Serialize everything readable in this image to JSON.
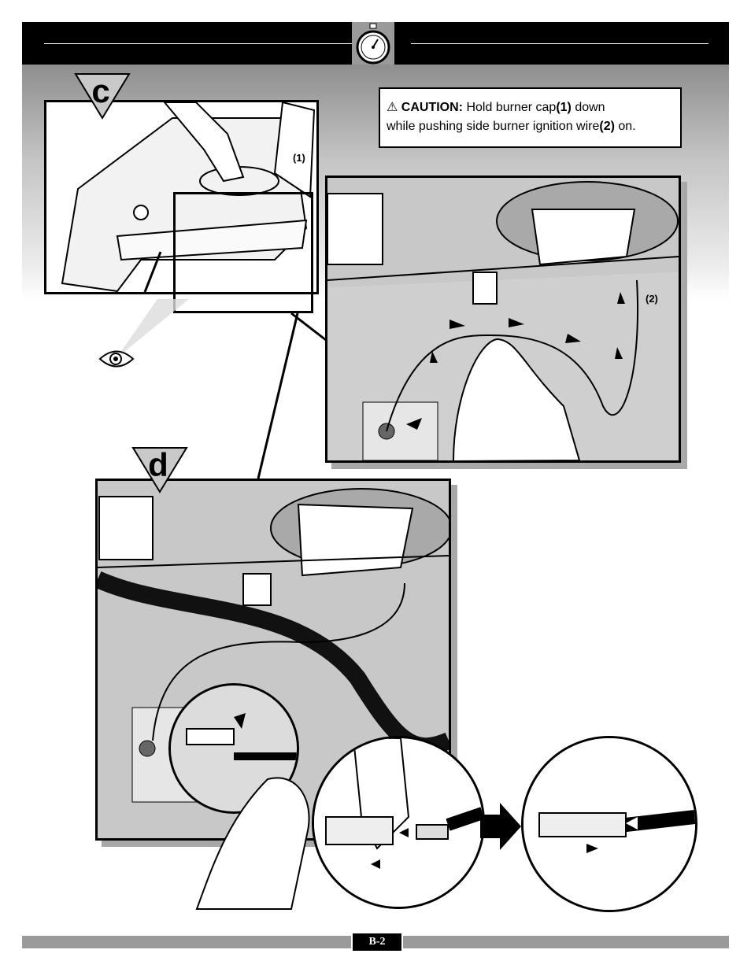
{
  "header": {
    "icon": "stopwatch-icon"
  },
  "steps": [
    {
      "letter": "c"
    },
    {
      "letter": "d"
    }
  ],
  "caution": {
    "label": "CAUTION:",
    "text_1": " Hold burner cap",
    "ref_1": "(1)",
    "text_2": " down",
    "text_3": "while pushing side burner ignition wire",
    "ref_2": "(2)",
    "text_4": " on."
  },
  "callouts": {
    "burner_cap": "(1)",
    "ignition_wire": "(2)"
  },
  "footer": {
    "page_number": "B-2"
  },
  "colors": {
    "header": "#000000",
    "footer": "#9a9a9a",
    "panel_bg": "#c8c8c8"
  }
}
